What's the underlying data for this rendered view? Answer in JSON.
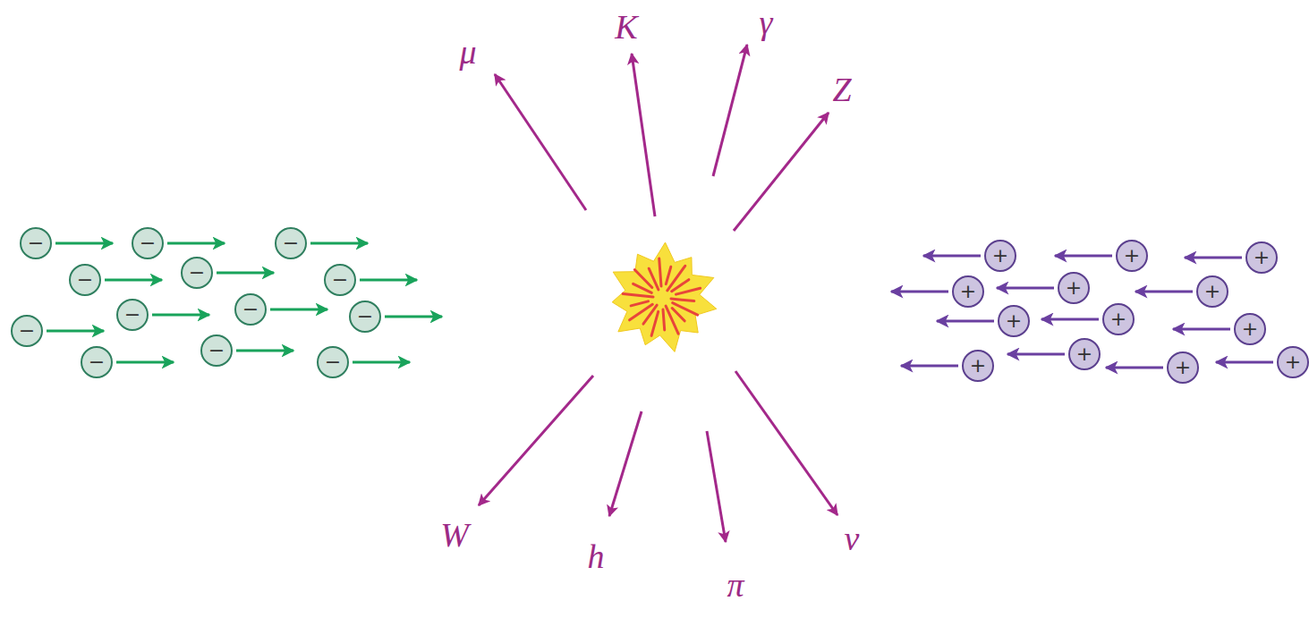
{
  "diagram": {
    "nodes": [
      {
        "text": [
          "−"
        ]
      },
      {
        "text": [
          "−"
        ]
      },
      {
        "text": [
          "−"
        ]
      },
      {
        "text": [
          "−"
        ]
      },
      {
        "text": [
          "−"
        ]
      },
      {
        "text": [
          "−"
        ]
      },
      {
        "text": [
          "−"
        ]
      },
      {
        "text": [
          "−"
        ]
      },
      {
        "text": [
          "−"
        ]
      },
      {
        "text": [
          "−"
        ]
      },
      {
        "text": [
          "−"
        ]
      },
      {
        "text": [
          "−"
        ]
      },
      {
        "text": [
          "−"
        ]
      },
      {
        "text": [
          "+"
        ]
      },
      {
        "text": [
          "+"
        ]
      },
      {
        "text": [
          "+"
        ]
      },
      {
        "text": [
          "+"
        ]
      },
      {
        "text": [
          "+"
        ]
      },
      {
        "text": [
          "+"
        ]
      },
      {
        "text": [
          "+"
        ]
      },
      {
        "text": [
          "+"
        ]
      },
      {
        "text": [
          "+"
        ]
      },
      {
        "text": [
          "+"
        ]
      },
      {
        "text": [
          "+"
        ]
      },
      {
        "text": [
          "+"
        ]
      },
      {
        "text": [
          "+"
        ]
      }
    ],
    "labels": [
      "μ",
      "K",
      "γ",
      "Z",
      "W",
      "h",
      "π",
      "ν"
    ]
  }
}
